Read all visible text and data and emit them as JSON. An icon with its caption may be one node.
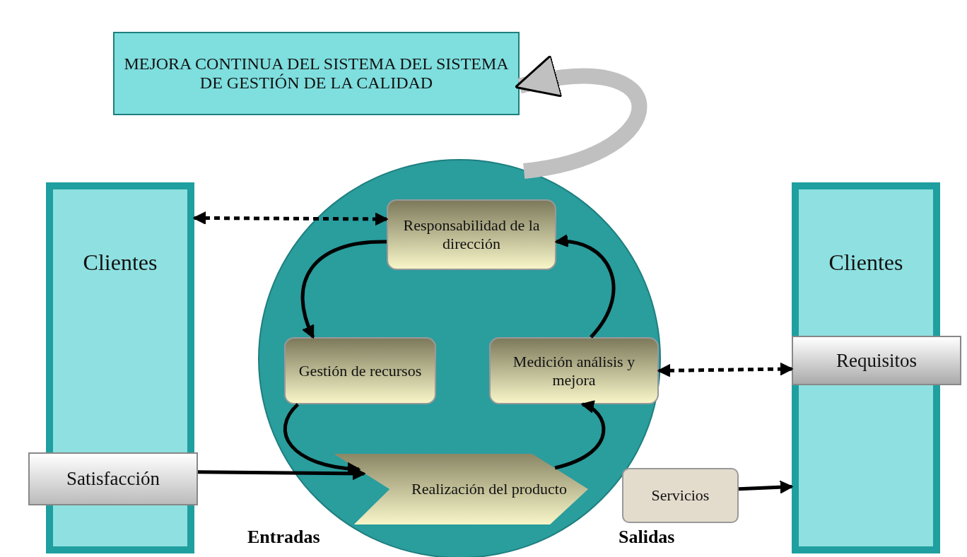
{
  "diagram": {
    "nodes": [
      {
        "text": [
          "MEJORA CONTINUA DEL SISTEMA DEL SISTEMA DE GESTIÓN DE LA CALIDAD"
        ]
      },
      {
        "text": [
          "Clientes"
        ]
      },
      {
        "text": [
          "Satisfacción"
        ]
      },
      {
        "text": [],
        "shape": "circle"
      },
      {
        "text": [
          "Responsabilidad de la dirección"
        ],
        "in": 3
      },
      {
        "text": [
          "Gestión de recursos"
        ],
        "in": 3
      },
      {
        "text": [
          "Medición análisis y mejora"
        ],
        "in": 3
      },
      {
        "text": [
          "Realización del producto"
        ],
        "in": 3
      },
      {
        "text": [
          "Servicios"
        ]
      },
      {
        "text": [
          "Clientes"
        ]
      },
      {
        "text": [
          "Requisitos"
        ]
      }
    ],
    "edges": [
      {
        "from": 3,
        "to": 0,
        "arrow": "to",
        "style": "thick",
        "color": "#c0c0c0"
      },
      {
        "from": 1,
        "to": 4,
        "arrow": "both",
        "style": "dashed"
      },
      {
        "from": 4,
        "to": 5,
        "arrow": "to"
      },
      {
        "from": 5,
        "to": 7,
        "arrow": "to"
      },
      {
        "from": 7,
        "to": 6,
        "arrow": "to"
      },
      {
        "from": 6,
        "to": 4,
        "arrow": "to"
      },
      {
        "from": 2,
        "to": 7,
        "arrow": "to"
      },
      {
        "from": 6,
        "to": 10,
        "arrow": "both",
        "style": "dashed"
      },
      {
        "from": 8,
        "to": 9,
        "arrow": "to"
      }
    ],
    "labels": [
      "Entradas",
      "Salidas"
    ]
  }
}
